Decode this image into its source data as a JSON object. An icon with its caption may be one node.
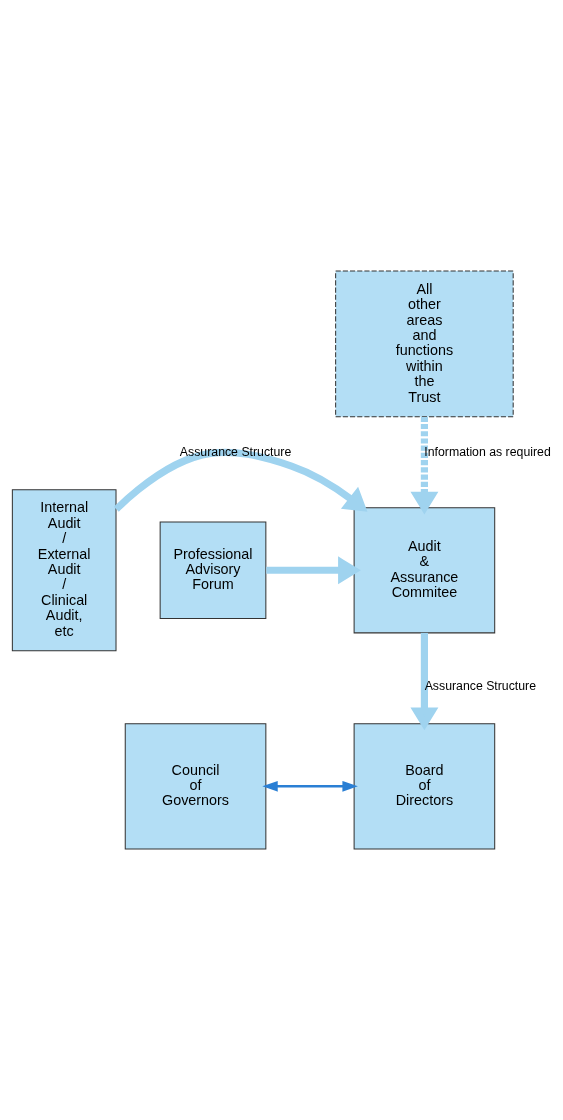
{
  "diagram": {
    "nodes": [
      {
        "text": [
          "All other areas and functions within the Trust"
        ]
      },
      {
        "text": [
          "Audit & Assurance Commitee"
        ]
      },
      {
        "text": [
          "Internal Audit / External Audit / Clinical Audit, etc"
        ]
      },
      {
        "text": [
          "Professional Advisory Forum"
        ]
      },
      {
        "text": [
          "Board of Directors"
        ]
      },
      {
        "text": [
          "Council of Governors"
        ]
      }
    ],
    "edges": [
      {
        "from": 0,
        "to": 1,
        "arrow": "to",
        "label": "Information as required",
        "style": "dashed"
      },
      {
        "from": 2,
        "to": 1,
        "arrow": "to",
        "label": "Assurance Structure"
      },
      {
        "from": 3,
        "to": 1,
        "arrow": "to"
      },
      {
        "from": 1,
        "to": 4,
        "arrow": "to",
        "label": "Assurance Structure"
      },
      {
        "from": 5,
        "to": 4,
        "arrow": "both",
        "color": "#2a7fd4"
      }
    ]
  }
}
